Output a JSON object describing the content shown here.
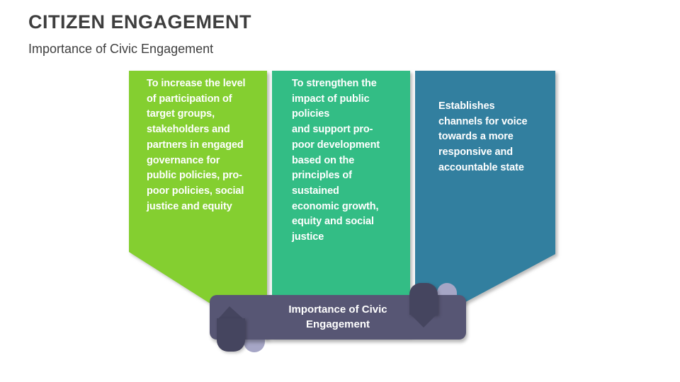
{
  "slide": {
    "title": "CITIZEN ENGAGEMENT",
    "subtitle": "Importance of Civic Engagement"
  },
  "panels": [
    {
      "name": "increase-participation",
      "color": "#84cf30",
      "text": "To increase the level\nof participation of\ntarget groups,\nstakeholders and\npartners in engaged\ngovernance for\npublic policies, pro-\npoor policies, social\njustice and equity"
    },
    {
      "name": "strengthen-impact",
      "color": "#33bd85",
      "text": "To strengthen the\nimpact of public\npolicies\nand support pro-\npoor development\nbased on the\nprinciples of\nsustained\neconomic growth,\nequity and social\njustice"
    },
    {
      "name": "establish-channels",
      "color": "#327f9f",
      "text": "Establishes\nchannels for voice\ntowards a more\nresponsive and\naccountable state"
    }
  ],
  "banner": {
    "label": "Importance of Civic\nEngagement",
    "color": "#575674",
    "fold_dark_color": "#45455f",
    "fold_light_color": "#a6a6c6"
  },
  "text_color": "#ffffff",
  "heading_color": "#3e3e3e"
}
